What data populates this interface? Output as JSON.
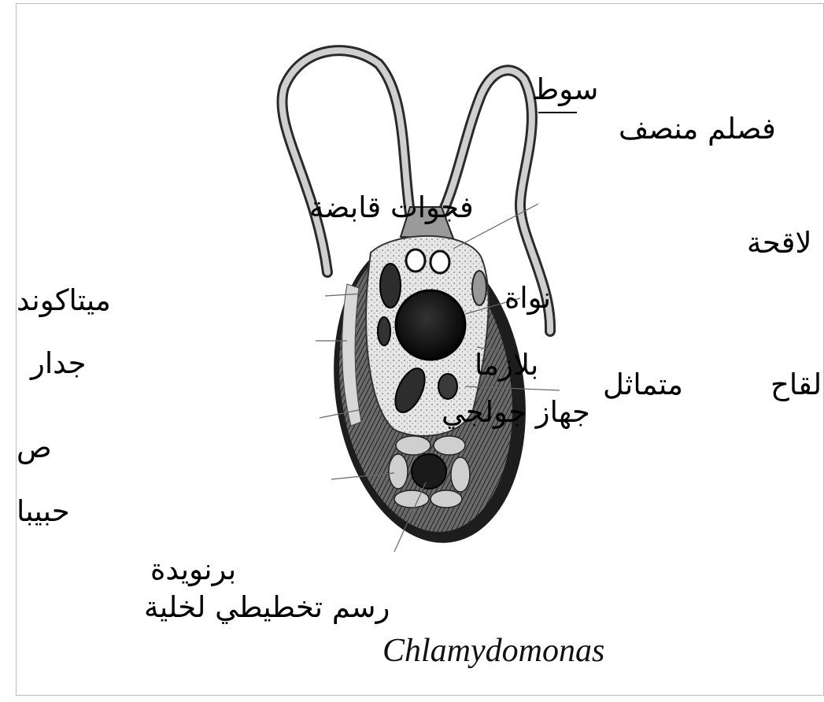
{
  "labels": {
    "flagellum": "سوط",
    "half_lobe": "فصلم منصف",
    "contractile_vacuoles": "فجوات قابضة",
    "lacuna": "لاقحة",
    "mitochondria": "ميتاكوند",
    "nucleus": "نواة",
    "wall": "جدار",
    "plasma": "بلازما",
    "isogamous": "متماثل",
    "fertilization": "لقاح",
    "golgi": "جهاز جولجي",
    "partial_left": "ص",
    "granules": "حبيبا",
    "pyrenoid": "برنويدة",
    "cell_schematic": "رسم تخطيطي لخلية"
  },
  "caption": "Chlamydomonas"
}
